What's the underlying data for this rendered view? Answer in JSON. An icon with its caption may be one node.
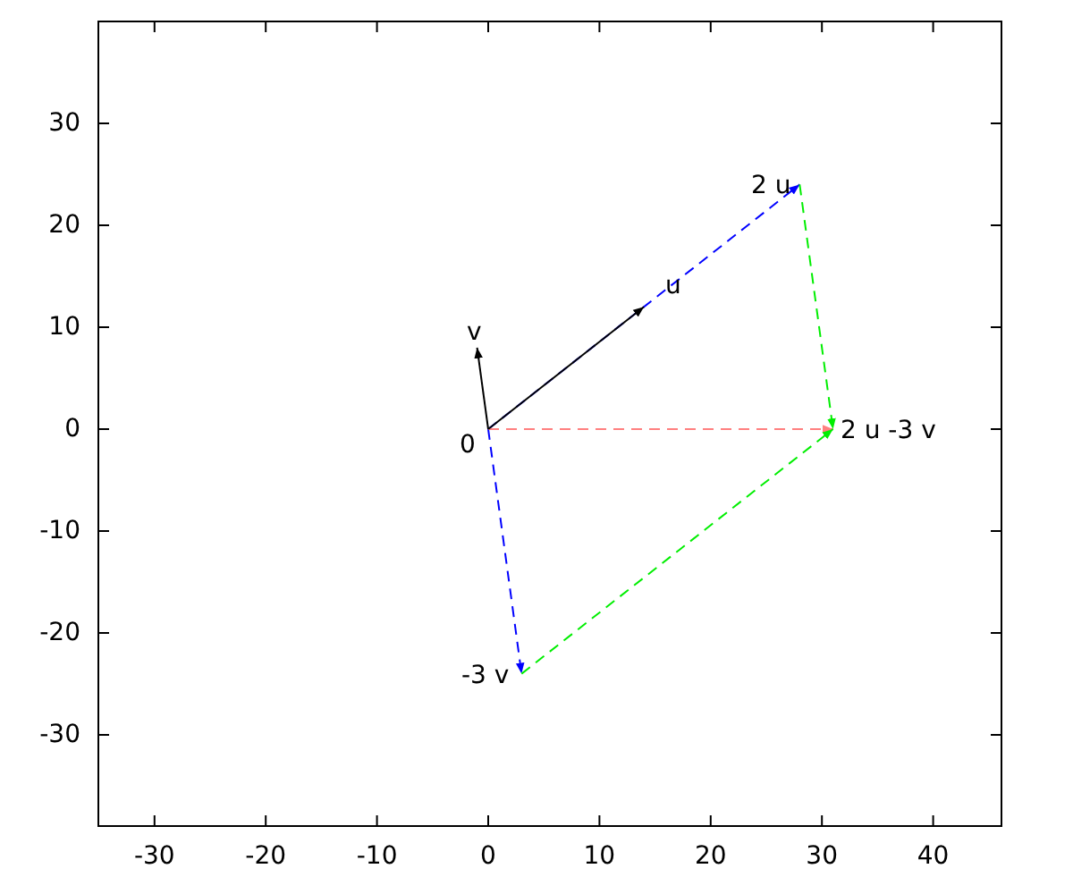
{
  "diagram": {
    "nodes": [
      {
        "text": [
          "0"
        ]
      },
      {
        "text": [
          "u"
        ]
      },
      {
        "text": [
          "v"
        ]
      },
      {
        "text": [
          "2 u"
        ]
      },
      {
        "text": [
          "-3 v"
        ]
      },
      {
        "text": [
          "2 u -3 v"
        ]
      }
    ],
    "edges": [
      {
        "from": 0,
        "to": 3,
        "arrow": "to",
        "style": "dashed",
        "color": "#0000ff"
      },
      {
        "from": 0,
        "to": 4,
        "arrow": "to",
        "style": "dashed",
        "color": "#0000ff"
      },
      {
        "from": 0,
        "to": 5,
        "arrow": "to",
        "style": "dashed",
        "color": "#ff8080"
      },
      {
        "from": 3,
        "to": 5,
        "arrow": "to",
        "style": "dashed",
        "color": "#00ee00"
      },
      {
        "from": 4,
        "to": 5,
        "arrow": "to",
        "style": "dashed",
        "color": "#00ee00"
      },
      {
        "from": 0,
        "to": 1,
        "arrow": "to",
        "color": "#000000"
      },
      {
        "from": 0,
        "to": 2,
        "arrow": "to",
        "color": "#000000"
      }
    ],
    "labels": [
      "30",
      "20",
      "10",
      "0",
      "-10",
      "-20",
      "-30",
      "-30",
      "-20",
      "-10",
      "0",
      "10",
      "20",
      "30",
      "40"
    ]
  }
}
